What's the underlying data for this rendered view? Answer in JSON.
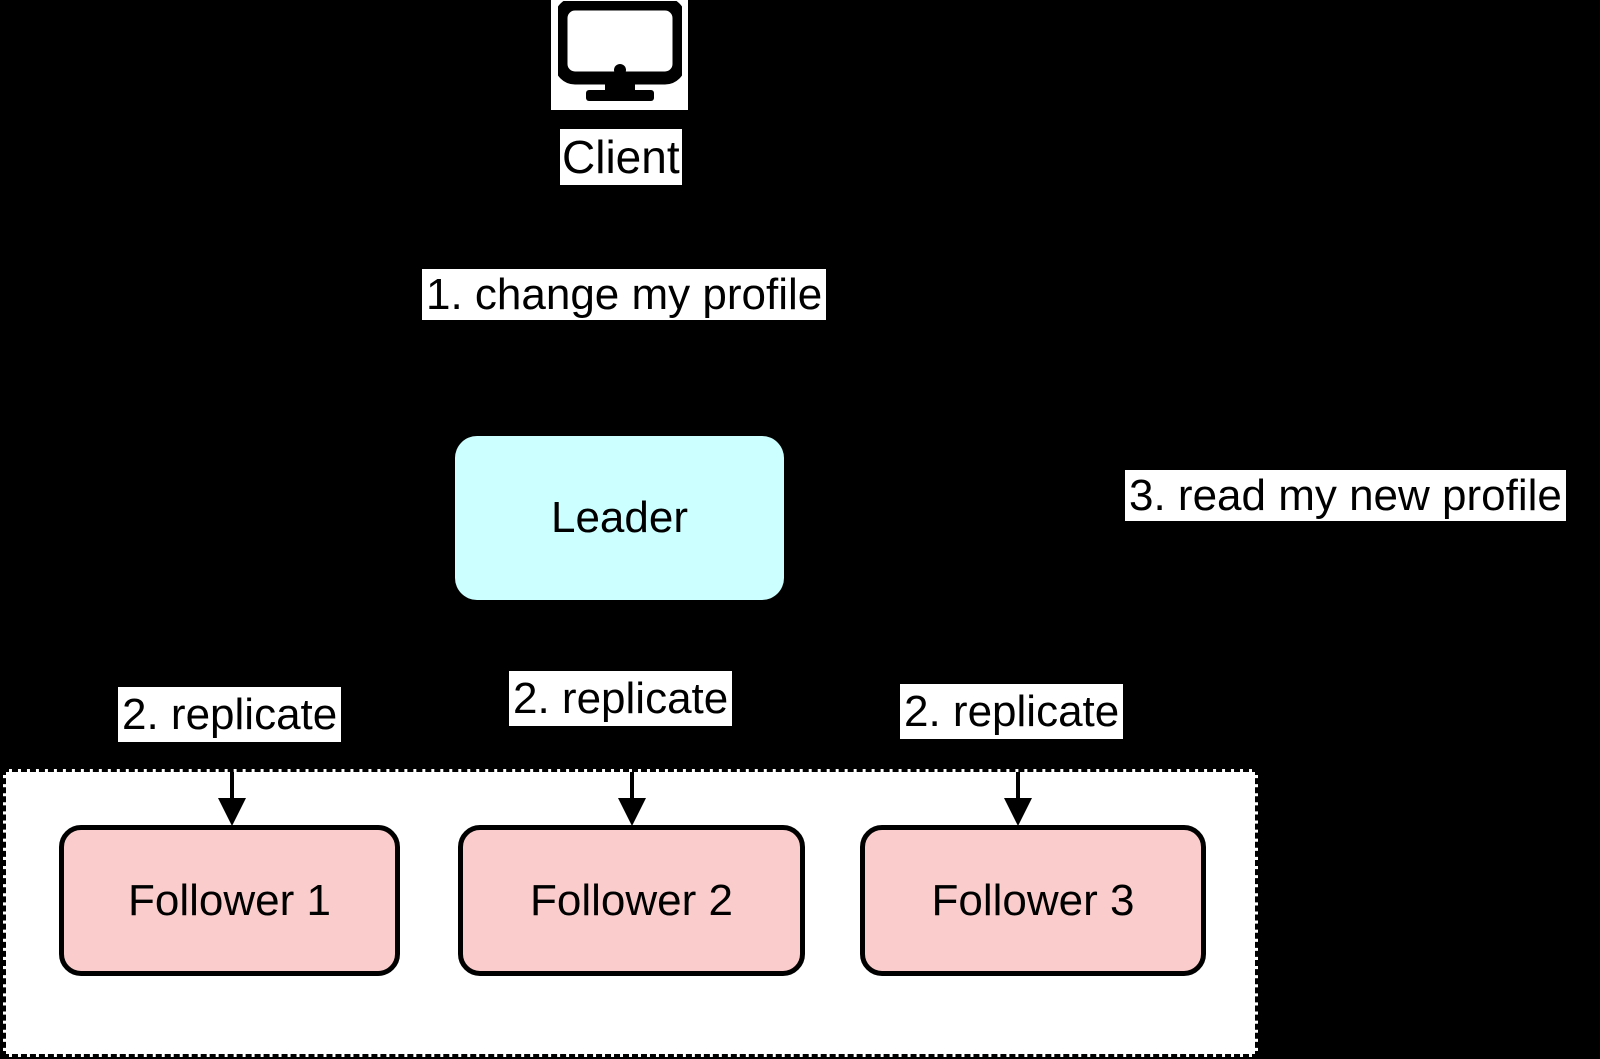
{
  "diagram": {
    "background_color": "#000000",
    "client": {
      "icon": "desktop-monitor-icon",
      "label": "Client"
    },
    "steps": {
      "step1": "1. change my profile",
      "step3": "3. read my new profile",
      "replicate_1": "2. replicate",
      "replicate_2": "2. replicate",
      "replicate_3": "2. replicate"
    },
    "leader": {
      "label": "Leader",
      "fill_color": "#ccffff"
    },
    "follower_group": {
      "border_style": "dashed",
      "fill_color": "#ffffff",
      "followers": [
        {
          "label": "Follower 1",
          "fill_color": "#facccc"
        },
        {
          "label": "Follower 2",
          "fill_color": "#facccc"
        },
        {
          "label": "Follower 3",
          "fill_color": "#facccc"
        }
      ]
    }
  }
}
